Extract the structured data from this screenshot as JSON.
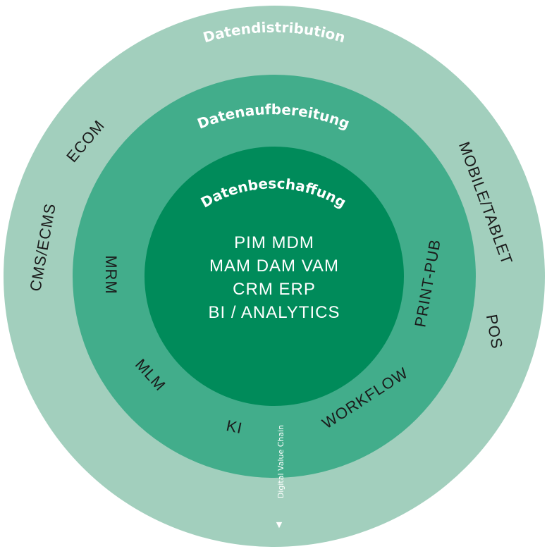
{
  "colors": {
    "outer_ring": "#a2cfbd",
    "middle_ring": "#42ad8b",
    "inner_circle": "#008b5a",
    "ring_title": "#ffffff",
    "label": "#1b1b1b"
  },
  "rings": {
    "outer_title": "Datendistribution",
    "middle_title": "Datenaufbereitung",
    "inner_title": "Datenbeschaffung"
  },
  "core_lines": [
    "PIM  MDM",
    "MAM  DAM  VAM",
    "CRM  ERP",
    "BI / ANALYTICS"
  ],
  "labels": {
    "ecom": "ECOM",
    "cms_ecms": "CMS/ECMS",
    "mobile_tablet": "MOBILE/TABLET",
    "pos": "POS",
    "mrm": "MRM",
    "print_pub": "PRINT-PUB",
    "mlm": "MLM",
    "ki": "KI",
    "workflow": "WORKFLOW"
  },
  "value_chain": {
    "label": "Digital Value Chain",
    "arrow": "▼"
  }
}
